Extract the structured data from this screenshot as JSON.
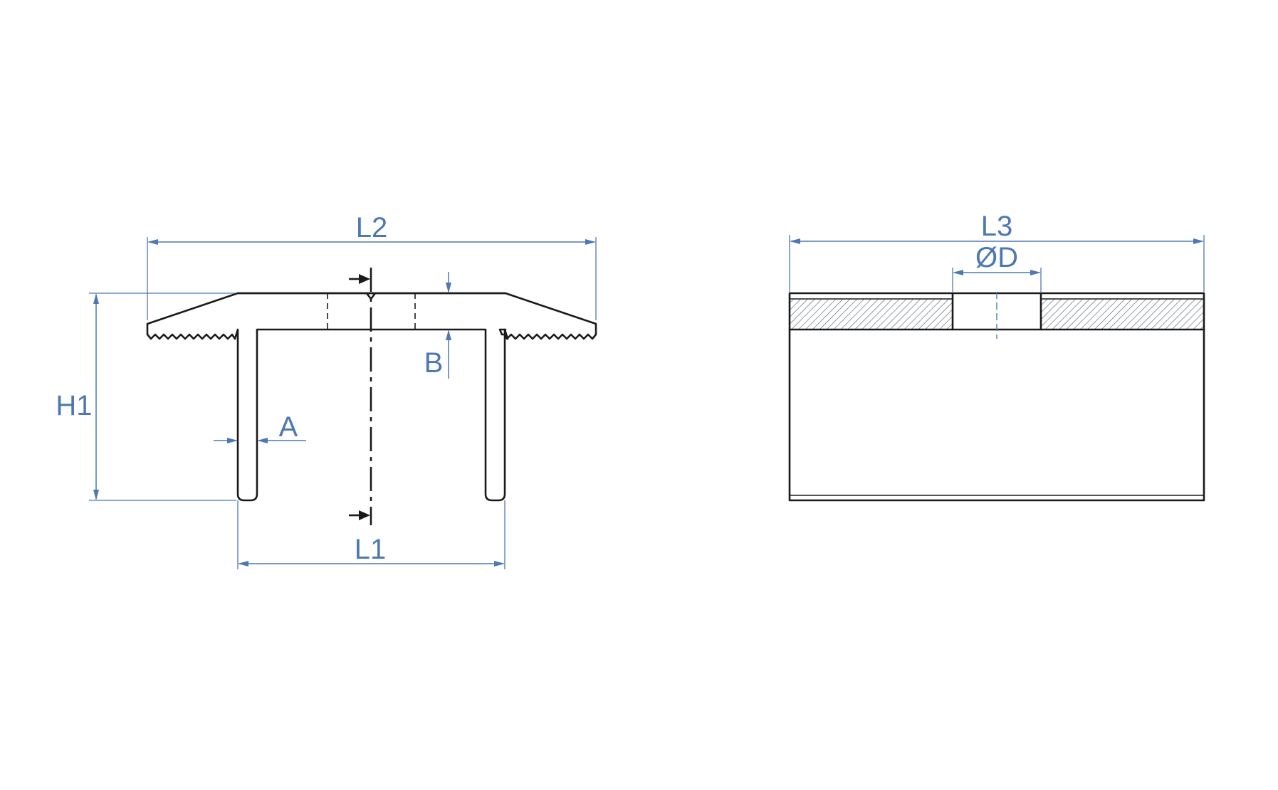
{
  "front_view": {
    "labels": {
      "overall_width": "L2",
      "leg_spacing": "L1",
      "height": "H1",
      "leg_thickness": "A",
      "top_thickness": "B"
    }
  },
  "side_view": {
    "labels": {
      "length": "L3",
      "hole_diameter": "ØD"
    }
  },
  "colors": {
    "outline": "#1a1a1a",
    "dimension": "#4d78b3"
  }
}
